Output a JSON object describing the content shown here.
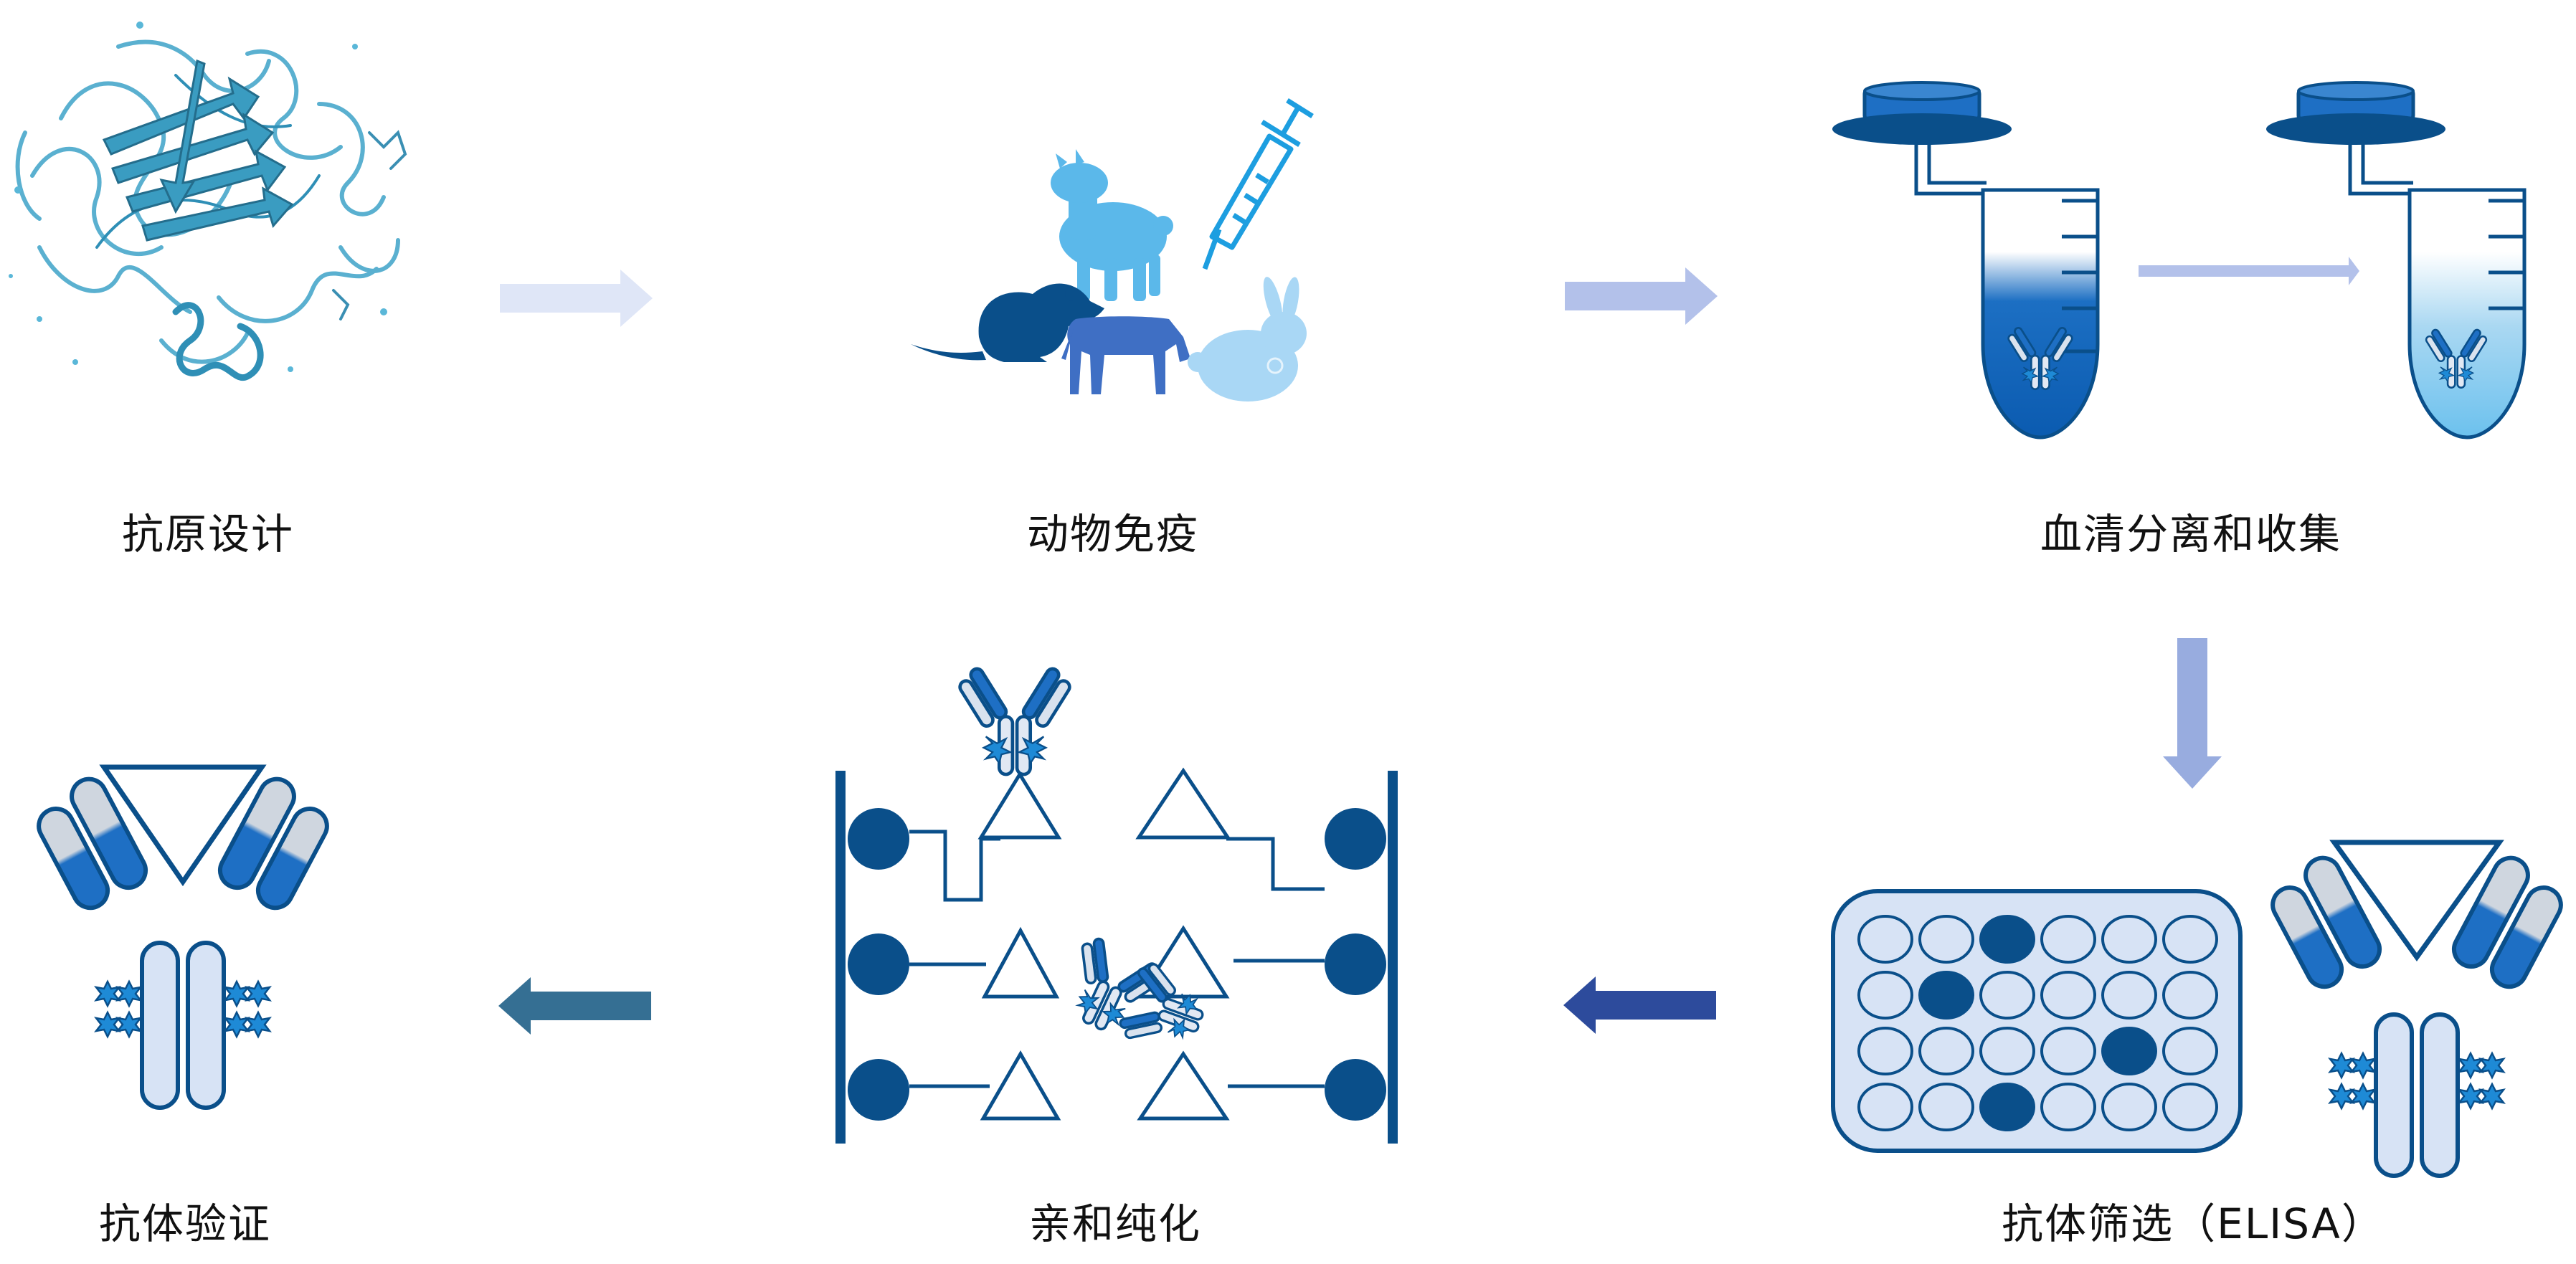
{
  "steps": {
    "antigen_design": "抗原设计",
    "animal_immunization": "动物免疫",
    "serum_separation": "血清分离和收集",
    "antibody_screening": "抗体筛选（ELISA）",
    "affinity_purification": "亲和纯化",
    "antibody_validation": "抗体验证"
  },
  "colors": {
    "dark_blue": "#0a4f8a",
    "mid_blue": "#1e6fc4",
    "light_blue": "#5bb8ea",
    "pale_blue": "#d7e3f5",
    "protein_teal": "#3a9cc1",
    "arrow_light": "#dfe6f7",
    "arrow_mid": "#b3c1ea",
    "arrow_navy": "#2d4b9c",
    "arrow_steel": "#356f93"
  }
}
